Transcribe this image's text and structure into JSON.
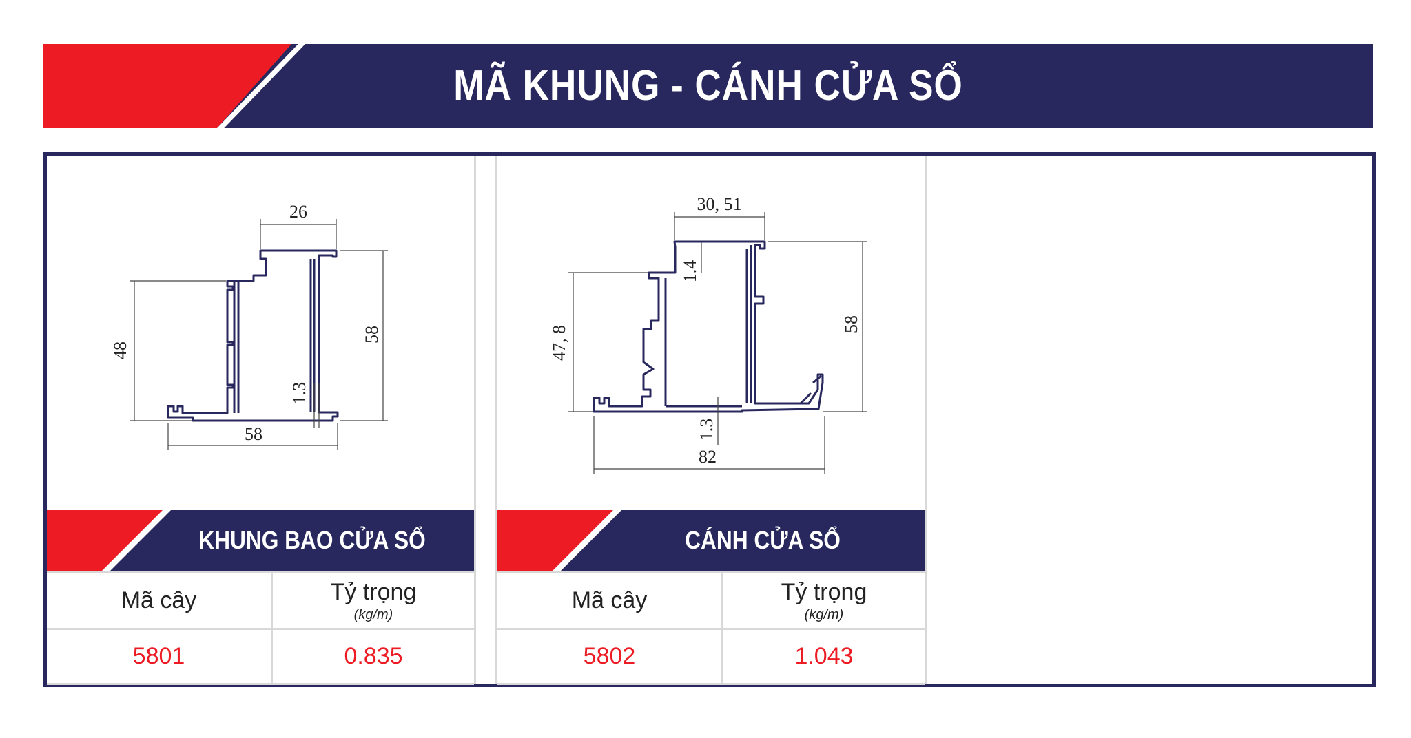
{
  "header": {
    "title": "MÃ KHUNG - CÁNH CỬA SỔ"
  },
  "products": [
    {
      "name": "KHUNG BAO CỬA SỔ",
      "table": {
        "code_header": "Mã cây",
        "density_header": "Tỷ trọng",
        "density_unit": "(kg/m)",
        "code": "5801",
        "density": "0.835"
      },
      "dimensions": {
        "top": "26",
        "left": "48",
        "right": "58",
        "bottom": "58",
        "wall": "1.3"
      }
    },
    {
      "name": "CÁNH CỬA SỔ",
      "table": {
        "code_header": "Mã cây",
        "density_header": "Tỷ trọng",
        "density_unit": "(kg/m)",
        "code": "5802",
        "density": "1.043"
      },
      "dimensions": {
        "top": "30, 51",
        "inner": "1.4",
        "left": "47, 8",
        "right": "58",
        "wall": "1.3",
        "bottom": "82"
      }
    }
  ],
  "colors": {
    "navy": "#28285e",
    "red": "#ed1c24"
  }
}
